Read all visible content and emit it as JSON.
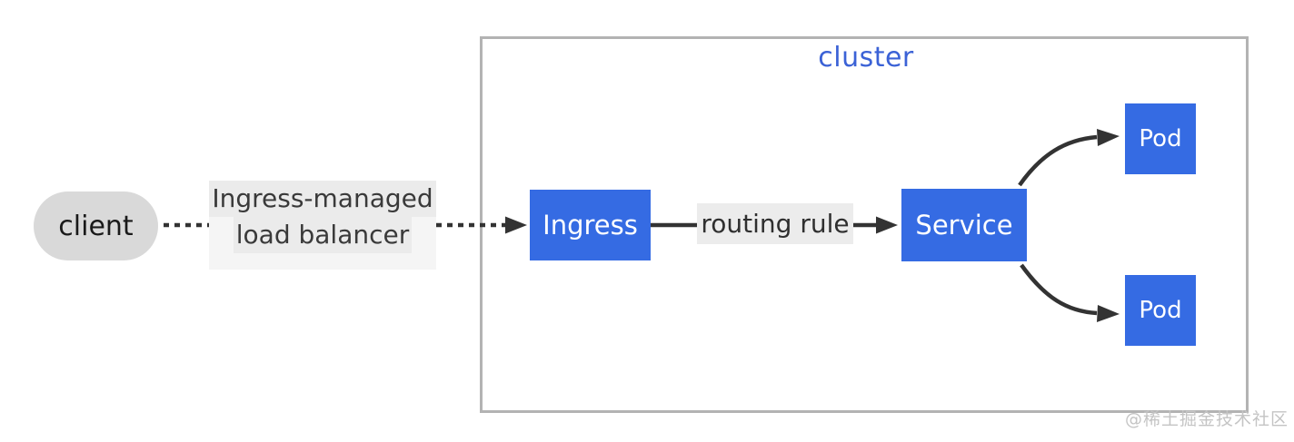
{
  "diagram": {
    "cluster_label": "cluster",
    "nodes": {
      "client": "client",
      "ingress": "Ingress",
      "service": "Service",
      "pod_top": "Pod",
      "pod_bottom": "Pod"
    },
    "edge_labels": {
      "load_balancer_line1": "Ingress-managed",
      "load_balancer_line2": "load balancer",
      "routing_rule": "routing rule"
    },
    "edges": [
      {
        "from": "client",
        "to": "ingress",
        "style": "dotted",
        "label": "Ingress-managed load balancer"
      },
      {
        "from": "ingress",
        "to": "service",
        "style": "solid",
        "label": "routing rule"
      },
      {
        "from": "service",
        "to": "pod_top",
        "style": "curved"
      },
      {
        "from": "service",
        "to": "pod_bottom",
        "style": "curved"
      }
    ],
    "colors": {
      "node_blue": "#356be3",
      "cluster_label_blue": "#3b62d6",
      "client_gray": "#d9d9d9",
      "arrow_dark": "#333333",
      "cluster_border_gray": "#b3b3b3",
      "edge_label_bg": "#ececec"
    }
  },
  "watermark": "@稀土掘金技术社区"
}
